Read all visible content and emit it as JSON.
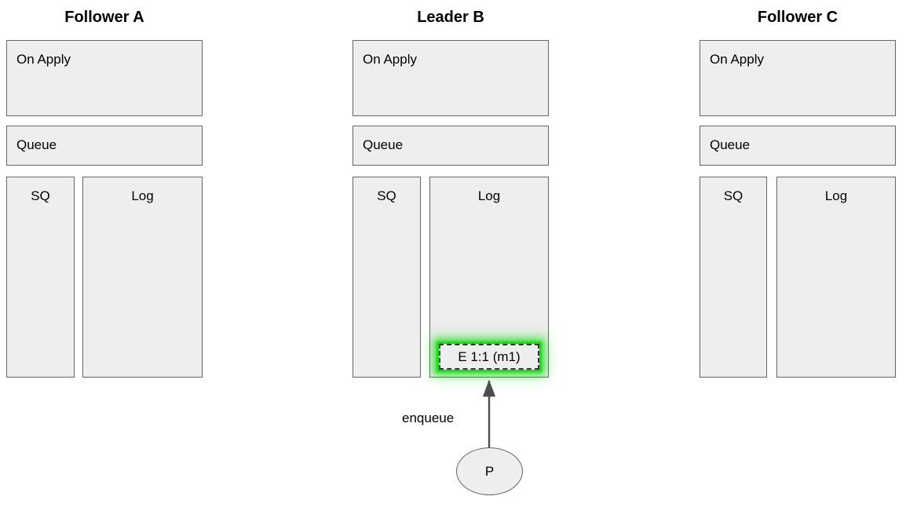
{
  "diagram": {
    "title_font_weight": "bold",
    "colors": {
      "box_fill": "#eeeeee",
      "box_border": "#666666",
      "entry_border": "#333333",
      "highlight_glow": "#00e000",
      "edge": "#4d4d4d",
      "text": "#000000",
      "background": "#ffffff"
    },
    "columns": [
      {
        "id": "follower-a",
        "title": "Follower A",
        "boxes": {
          "on_apply": "On Apply",
          "queue": "Queue",
          "sq": "SQ",
          "log": "Log"
        },
        "log_entries": []
      },
      {
        "id": "leader-b",
        "title": "Leader B",
        "boxes": {
          "on_apply": "On Apply",
          "queue": "Queue",
          "sq": "SQ",
          "log": "Log"
        },
        "log_entries": [
          {
            "label": "E 1:1 (m1)",
            "highlighted": true
          }
        ]
      },
      {
        "id": "follower-c",
        "title": "Follower C",
        "boxes": {
          "on_apply": "On Apply",
          "queue": "Queue",
          "sq": "SQ",
          "log": "Log"
        },
        "log_entries": []
      }
    ],
    "producer": {
      "label": "P"
    },
    "edges": [
      {
        "id": "enqueue-edge",
        "label": "enqueue",
        "from": "P",
        "to": "E 1:1 (m1)",
        "direction": "up"
      }
    ]
  }
}
